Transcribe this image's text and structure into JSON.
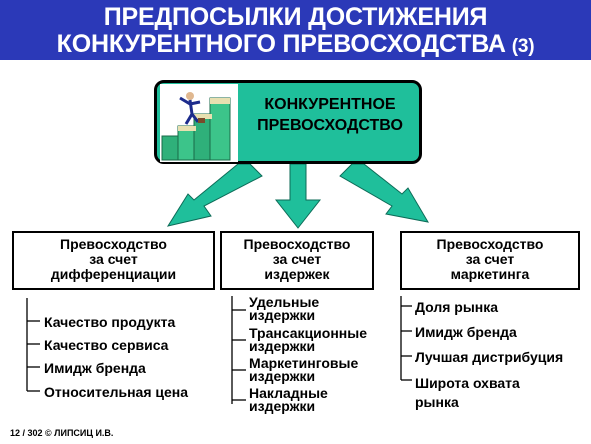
{
  "header": {
    "title_line1": "ПРЕДПОСЫЛКИ ДОСТИЖЕНИЯ",
    "title_line2": "КОНКУРЕНТНОГО ПРЕВОСХОДСТВА",
    "title_suffix": "(3)"
  },
  "center": {
    "label": "КОНКУРЕНТНОЕ\nПРЕВОСХОДСТВО"
  },
  "categories": [
    {
      "label": "Превосходство\nза счет\nдифференциации",
      "items": [
        "Качество продукта",
        "Качество сервиса",
        "Имидж бренда",
        "Относительная цена"
      ]
    },
    {
      "label": "Превосходство\nза счет\nиздержек",
      "items": [
        "Удельные\nиздержки",
        "Трансакционные\nиздержки",
        "Маркетинговые\nиздержки",
        "Накладные\nиздержки"
      ]
    },
    {
      "label": "Превосходство\nза счет\nмаркетинга",
      "items": [
        "Доля рынка",
        "Имидж бренда",
        "Лучшая дистрибуция",
        "Широта охвата\nрынка"
      ]
    }
  ],
  "footer": {
    "text": "12 / 302 © ЛИПСИЦ И.В."
  },
  "colors": {
    "header_bg": "#2b39b8",
    "center_bg": "#1fbf9b",
    "arrow_fill": "#1fbf9b"
  }
}
